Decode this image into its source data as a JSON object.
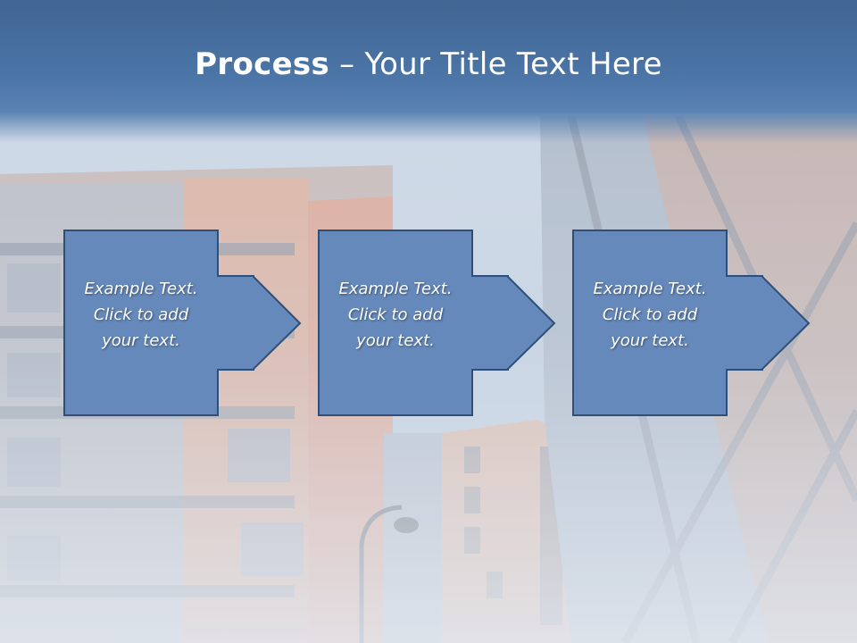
{
  "slide": {
    "title_bold": "Process",
    "title_rest": " – Your Title Text Here"
  },
  "steps": [
    {
      "line1": "Example Text.",
      "line2": "Click  to add",
      "line3": "your text."
    },
    {
      "line1": "Example Text.",
      "line2": "Click  to add",
      "line3": "your text."
    },
    {
      "line1": "Example Text.",
      "line2": "Click  to add",
      "line3": "your text."
    }
  ],
  "colors": {
    "title_band": "#4c76a8",
    "box_fill": "#6589bb",
    "box_stroke": "#2f4e78",
    "text": "#ffffff"
  }
}
